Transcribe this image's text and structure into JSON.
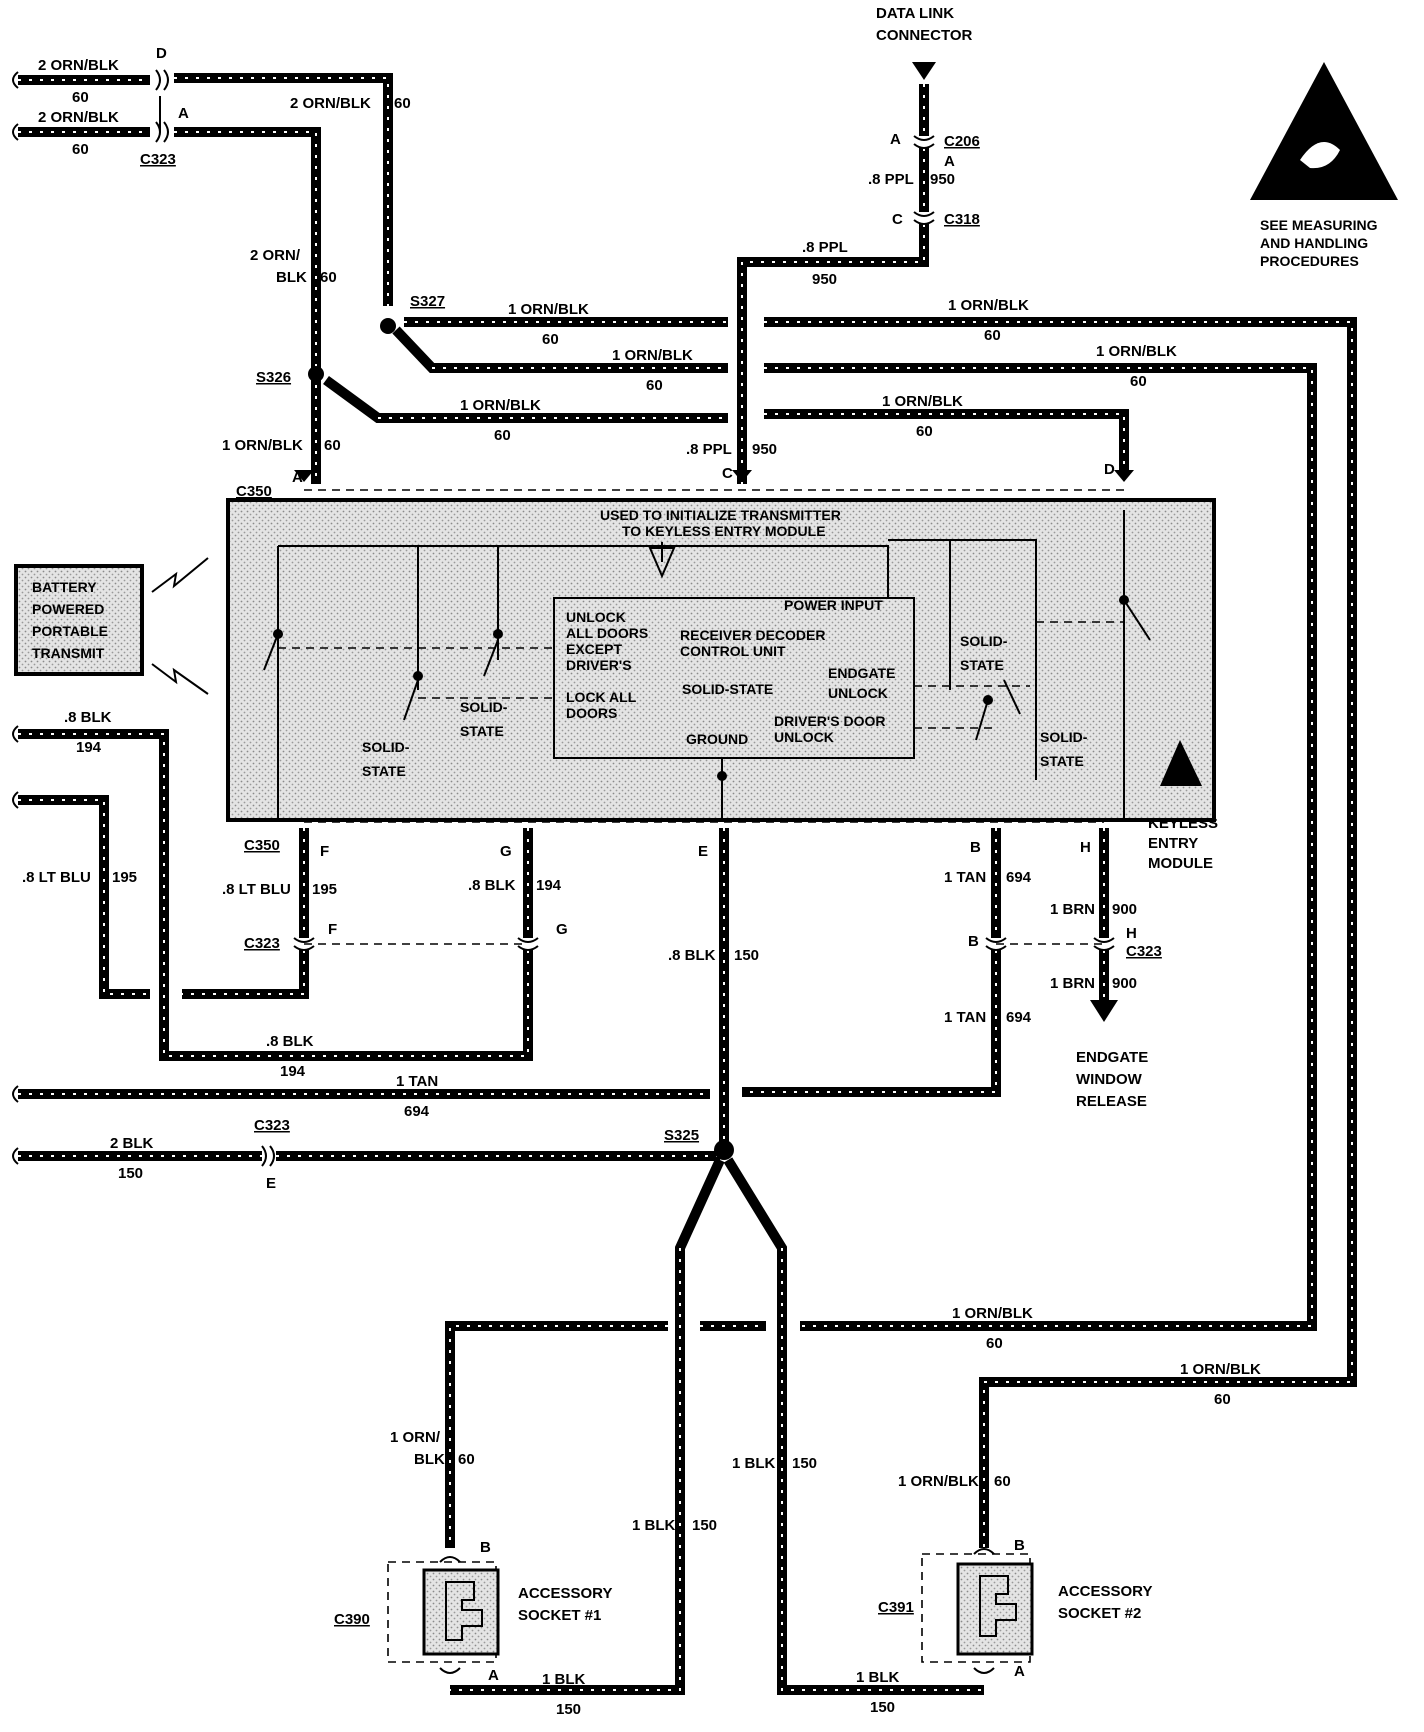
{
  "data_link": {
    "line1": "DATA LINK",
    "line2": "CONNECTOR"
  },
  "esd_note": {
    "line1": "SEE MEASURING",
    "line2": "AND HANDLING",
    "line3": "PROCEDURES"
  },
  "top_left": {
    "wire_d_label": "2 ORN/BLK",
    "wire_d_num": "60",
    "pin_d": "D",
    "wire_a_label": "2 ORN/BLK",
    "wire_a_num": "60",
    "pin_a": "A",
    "connector": "C323",
    "riser1_label": "2 ORN/BLK",
    "riser1_num": "60",
    "riser2_label_1": "2 ORN/",
    "riser2_label_2": "BLK",
    "riser2_num": "60"
  },
  "splices": {
    "s327": "S327",
    "s326": "S326",
    "s325": "S325"
  },
  "orn_runs": [
    {
      "label": "1 ORN/BLK",
      "num": "60"
    },
    {
      "label": "1 ORN/BLK",
      "num": "60"
    },
    {
      "label": "1 ORN/BLK",
      "num": "60"
    },
    {
      "label": "1 ORN/BLK",
      "num": "60"
    },
    {
      "label": "1 ORN/BLK",
      "num": "60"
    },
    {
      "label": "1 ORN/BLK",
      "num": "60"
    }
  ],
  "ppl": {
    "pin_a": "A",
    "c206": "C206",
    "c206_pin": "A",
    "wire1_label": ".8 PPL",
    "wire1_num": "950",
    "pin_c": "C",
    "c318": "C318",
    "wire2_label": ".8 PPL",
    "wire2_num": "950",
    "wire3_label": ".8 PPL",
    "wire3_num": "950"
  },
  "c350_top": {
    "connector": "C350",
    "a_wire_label": "1 ORN/BLK",
    "a_wire_num": "60",
    "pin_a": "A",
    "pin_c": "C",
    "pin_d": "D"
  },
  "module": {
    "init_line1": "USED TO INITIALIZE TRANSMITTER",
    "init_line2": "TO KEYLESS ENTRY MODULE",
    "unlock_all_1": "UNLOCK",
    "unlock_all_2": "ALL DOORS",
    "unlock_all_3": "EXCEPT",
    "unlock_all_4": "DRIVER'S",
    "lock_all_1": "LOCK ALL",
    "lock_all_2": "DOORS",
    "power_input": "POWER INPUT",
    "rdcu_1": "RECEIVER DECODER",
    "rdcu_2": "CONTROL UNIT",
    "solid_state_center": "SOLID-STATE",
    "endgate_1": "ENDGATE",
    "endgate_2": "UNLOCK",
    "drivers_1": "DRIVER'S DOOR",
    "drivers_2": "UNLOCK",
    "ground": "GROUND",
    "ss_left_1": "SOLID-",
    "ss_left_2": "STATE",
    "ss_mid_1": "SOLID-",
    "ss_mid_2": "STATE",
    "ss_right_1": "SOLID-",
    "ss_right_2": "STATE",
    "ss_far_1": "SOLID-",
    "ss_far_2": "STATE",
    "name_1": "KEYLESS",
    "name_2": "ENTRY",
    "name_3": "MODULE"
  },
  "transmitter": {
    "line1": "BATTERY",
    "line2": "POWERED",
    "line3": "PORTABLE",
    "line4": "TRANSMIT"
  },
  "left_wires": {
    "blk_label": ".8 BLK",
    "blk_num": "194",
    "ltblu_label": ".8 LT BLU",
    "ltblu_num": "195"
  },
  "c350_bottom": {
    "connector": "C350",
    "pin_f": "F",
    "pin_g": "G",
    "pin_e": "E",
    "pin_b": "B",
    "pin_h": "H",
    "f_label": ".8 LT BLU",
    "f_num": "195",
    "g_label": ".8 BLK",
    "g_num": "194",
    "b_label": "1 TAN",
    "b_num": "694",
    "h_label": "1 BRN",
    "h_num": "900",
    "e_label": ".8 BLK",
    "e_num": "150"
  },
  "c323_mid": {
    "connector_left": "C323",
    "pin_f": "F",
    "pin_g": "G",
    "pin_b": "B",
    "pin_h": "H",
    "connector_right": "C323",
    "tan_label": "1 TAN",
    "tan_num": "694",
    "brn_label": "1 BRN",
    "brn_num": "900"
  },
  "endgate_release": {
    "line1": "ENDGATE",
    "line2": "WINDOW",
    "line3": "RELEASE"
  },
  "lower_left": {
    "blk_label": ".8 BLK",
    "blk_num": "194",
    "tan_label": "1 TAN",
    "tan_num": "694",
    "c323": "C323",
    "blk2_label": "2 BLK",
    "blk2_num": "150",
    "pin_e": "E"
  },
  "ground_branch": {
    "left_label": "1 BLK",
    "left_num": "150",
    "right_label": "1 BLK",
    "right_num": "150",
    "bottom_left_label": "1 BLK",
    "bottom_left_num": "150",
    "bottom_right_label": "1 BLK",
    "bottom_right_num": "150"
  },
  "socket1": {
    "wire_label_1": "1 ORN/",
    "wire_label_2": "BLK",
    "wire_num": "60",
    "pin_b": "B",
    "pin_a": "A",
    "connector": "C390",
    "name_1": "ACCESSORY",
    "name_2": "SOCKET #1"
  },
  "socket2": {
    "wire_label": "1 ORN/BLK",
    "wire_num": "60",
    "pin_b": "B",
    "pin_a": "A",
    "connector": "C391",
    "name_1": "ACCESSORY",
    "name_2": "SOCKET #2"
  }
}
